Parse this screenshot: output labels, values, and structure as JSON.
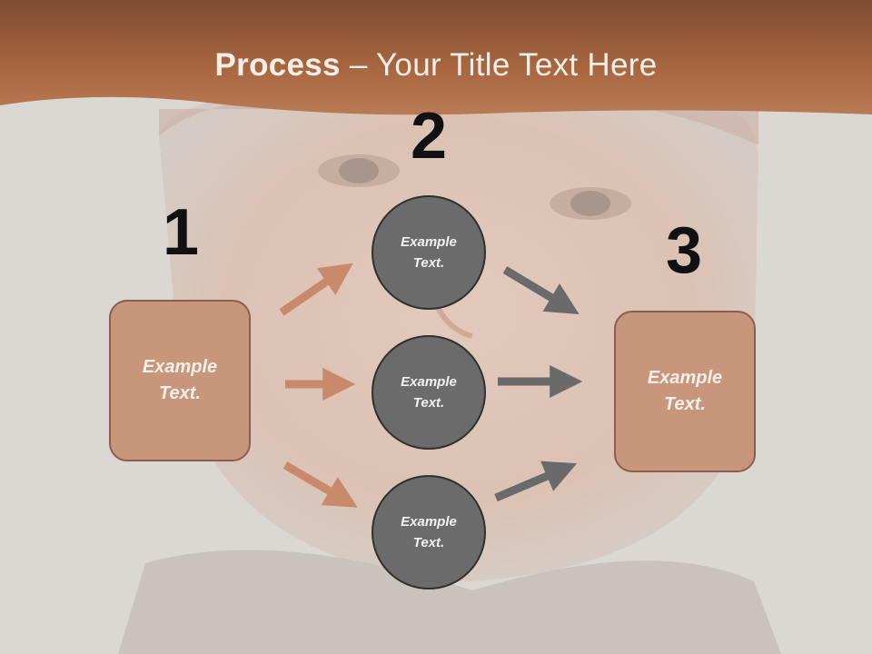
{
  "slide": {
    "title_bold": "Process",
    "title_rest": " – Your Title Text Here"
  },
  "steps": [
    {
      "number": "1"
    },
    {
      "number": "2"
    },
    {
      "number": "3"
    }
  ],
  "left_box": {
    "text": "Example Text."
  },
  "circles": [
    {
      "text": "Example Text."
    },
    {
      "text": "Example Text."
    },
    {
      "text": "Example Text."
    }
  ],
  "right_box": {
    "text": "Example Text."
  },
  "colors": {
    "banner": "#a7633f",
    "box_fill": "#c8967a",
    "circle_fill": "#6b6b6b",
    "left_arrows": "#c88a6a",
    "right_arrows": "#6a6a6a"
  }
}
